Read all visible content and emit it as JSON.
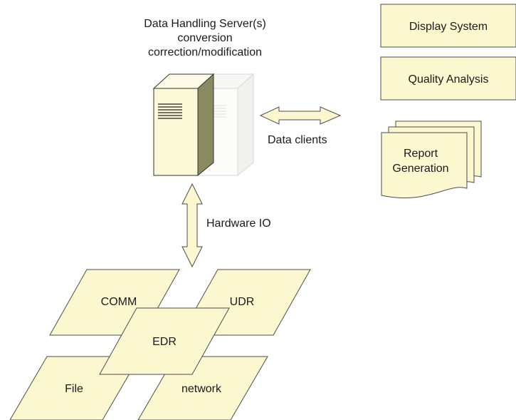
{
  "server": {
    "title_lines": [
      "Data Handling Server(s)",
      "conversion",
      "correction/modification"
    ]
  },
  "connections": {
    "data_clients_label": "Data clients",
    "hardware_io_label": "Hardware IO"
  },
  "clients": {
    "display_system": "Display System",
    "quality_analysis": "Quality Analysis",
    "report_lines": [
      "Report",
      "Generation"
    ]
  },
  "sources": {
    "comm": "COMM",
    "udr": "UDR",
    "edr": "EDR",
    "file": "File",
    "network": "network"
  },
  "colors": {
    "fill": "#fbf8d0",
    "stroke": "#4d4d4d",
    "arrow_fill": "#fbf8d0"
  }
}
